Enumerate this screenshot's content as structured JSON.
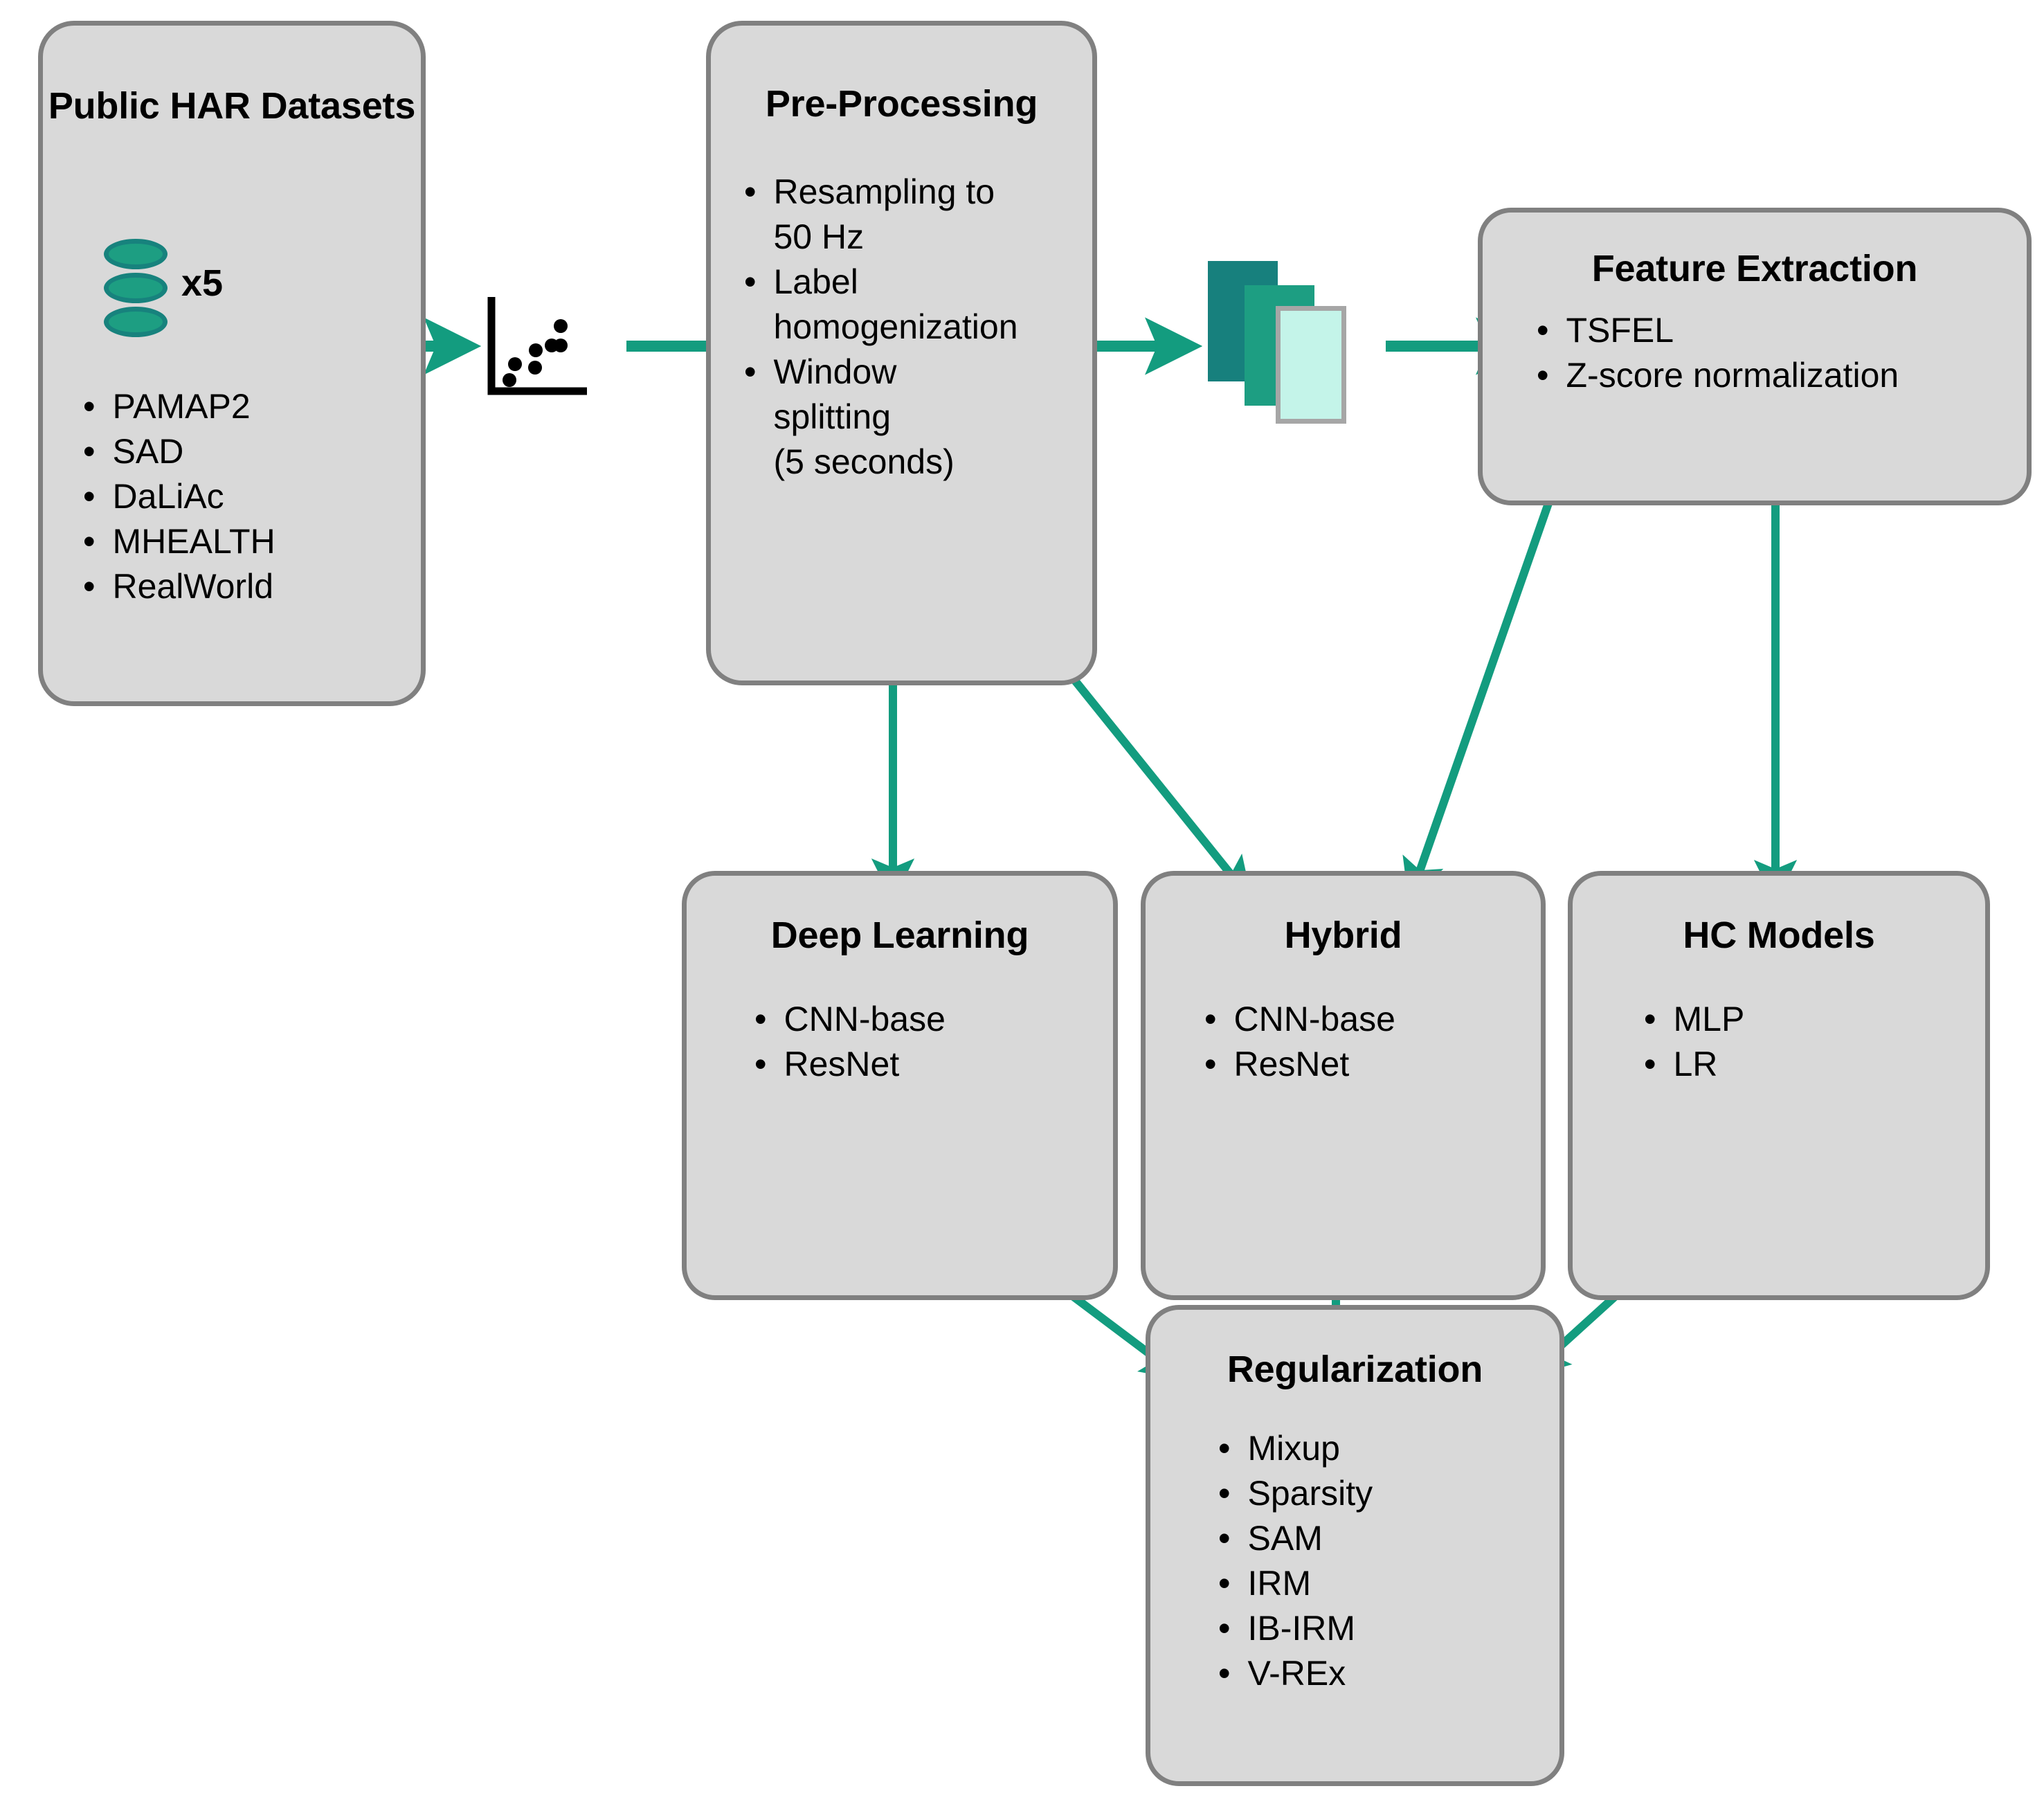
{
  "theme": {
    "accent_green": "#139C7F",
    "node_fill": "#D9D9D9",
    "node_border": "#808080",
    "card_dark": "#17807D",
    "card_mid": "#1D9E82",
    "card_light": "#C4F4E9"
  },
  "nodes": {
    "datasets": {
      "title": "Public HAR Datasets",
      "multiplier": "x5",
      "items": [
        "PAMAP2",
        "SAD",
        "DaLiAc",
        "MHEALTH",
        "RealWorld"
      ]
    },
    "preprocessing": {
      "title": "Pre-Processing",
      "items": [
        "Resampling to\n50 Hz",
        "Label\nhomogenization",
        "Window\nsplitting\n(5 seconds)"
      ]
    },
    "feature_extraction": {
      "title": "Feature Extraction",
      "items": [
        "TSFEL",
        "Z-score normalization"
      ]
    },
    "deep_learning": {
      "title": "Deep Learning",
      "items": [
        "CNN-base",
        "ResNet"
      ]
    },
    "hybrid": {
      "title": "Hybrid",
      "items": [
        "CNN-base",
        "ResNet"
      ]
    },
    "hc_models": {
      "title": "HC Models",
      "items": [
        "MLP",
        "LR"
      ]
    },
    "regularization": {
      "title": "Regularization",
      "items": [
        "Mixup",
        "Sparsity",
        "SAM",
        "IRM",
        "IB-IRM",
        "V-REx"
      ]
    }
  },
  "icons": {
    "database": "database-stack-icon",
    "scatter": "scatter-plot-icon",
    "cards": "stacked-data-cards-icon"
  },
  "edges": [
    {
      "from": "datasets",
      "to": "scatter-icon"
    },
    {
      "from": "scatter-icon",
      "to": "preprocessing"
    },
    {
      "from": "preprocessing",
      "to": "cards-icon"
    },
    {
      "from": "cards-icon",
      "to": "feature_extraction"
    },
    {
      "from": "preprocessing",
      "to": "deep_learning"
    },
    {
      "from": "preprocessing",
      "to": "hybrid"
    },
    {
      "from": "feature_extraction",
      "to": "hybrid"
    },
    {
      "from": "feature_extraction",
      "to": "hc_models"
    },
    {
      "from": "deep_learning",
      "to": "regularization"
    },
    {
      "from": "hybrid",
      "to": "regularization"
    },
    {
      "from": "hc_models",
      "to": "regularization"
    }
  ],
  "bullet_glyph": "•"
}
